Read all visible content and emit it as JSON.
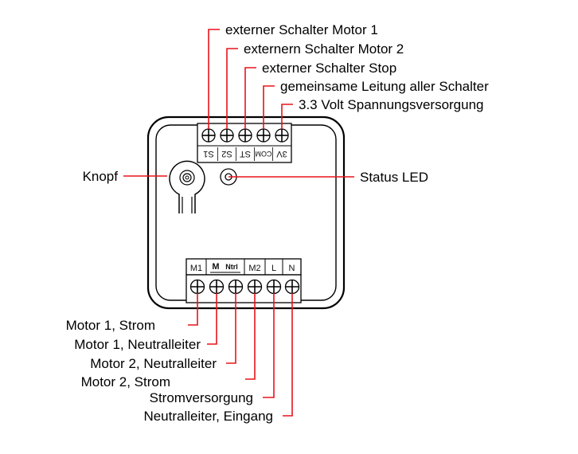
{
  "top_labels": {
    "s1": "externer Schalter Motor 1",
    "s2": "externern Schalter Motor 2",
    "st": "externer Schalter Stop",
    "com": "gemeinsame Leitung aller Schalter",
    "v3": "3.3 Volt Spannungsversorgung"
  },
  "side_labels": {
    "button": "Knopf",
    "led": "Status LED"
  },
  "bottom_labels": {
    "m1": "Motor 1, Strom",
    "mntrl": "Motor 1, Neutralleiter",
    "m2ntrl": "Motor 2, Neutralleiter",
    "m2": "Motor 2, Strom",
    "l": "Stromversorgung",
    "n": "Neutralleiter, Eingang"
  },
  "top_terminals": {
    "s1": "S1",
    "s2": "S2",
    "st": "ST",
    "com": "COM",
    "v3": "3V"
  },
  "bottom_terminals": {
    "m1": "M1",
    "m": "M",
    "ntrl": "Ntrl",
    "m2": "M2",
    "l": "L",
    "n": "N"
  },
  "colors": {
    "leader": "#e8141c",
    "outline": "#000000"
  }
}
